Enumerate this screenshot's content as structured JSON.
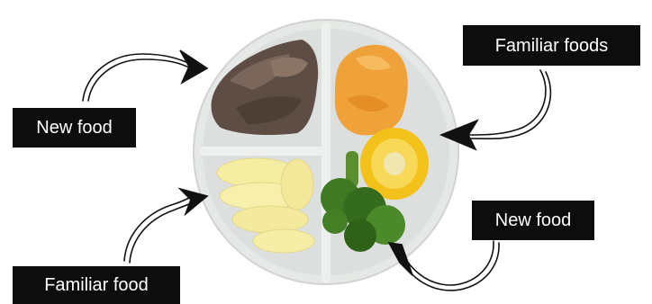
{
  "labels": {
    "new_food_left": "New food",
    "familiar_foods_right": "Familiar foods",
    "new_food_right": "New food",
    "familiar_food_left": "Familiar food"
  },
  "colors": {
    "label_bg": "#0d0d0d",
    "label_text": "#ffffff",
    "plate": "#e6e8e6",
    "plate_inner": "#d6d9d7",
    "meat": "#6b5a50",
    "mash": "#f0a23a",
    "corn": "#f2c21a",
    "broccoli": "#3f7a22",
    "apple": "#f5eda2"
  }
}
